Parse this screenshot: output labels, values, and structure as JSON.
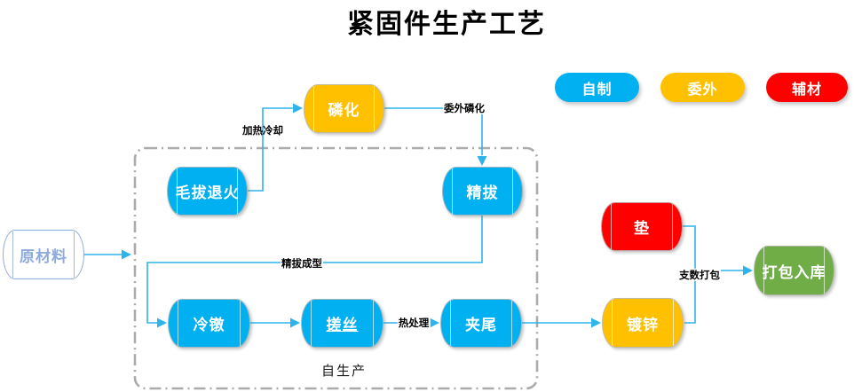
{
  "title": "紧固件生产工艺",
  "colors": {
    "self_made": "#00B0F0",
    "outsourced": "#FFC000",
    "auxiliary": "#FF0000",
    "finish": "#70AD47",
    "connector": "#2FB4EA",
    "raw_material": "#8FAADC",
    "dash_border": "#ABABAB"
  },
  "legend": {
    "self_made": "自制",
    "outsourced": "委外",
    "auxiliary": "辅材"
  },
  "group": {
    "label": "自生产"
  },
  "nodes": {
    "raw_material": {
      "label": "原材料",
      "type": "raw"
    },
    "rough_drawing_annealing": {
      "label": "毛拔退火",
      "type": "self_made"
    },
    "phosphating": {
      "label": "磷化",
      "type": "outsourced"
    },
    "fine_drawing": {
      "label": "精拔",
      "type": "self_made"
    },
    "cold_heading": {
      "label": "冷镦",
      "type": "self_made"
    },
    "thread_rolling": {
      "label": "搓丝",
      "type": "self_made"
    },
    "tail_clamping": {
      "label": "夹尾",
      "type": "self_made"
    },
    "galvanizing": {
      "label": "镀锌",
      "type": "outsourced"
    },
    "washer": {
      "label": "垫",
      "type": "auxiliary"
    },
    "packing_warehousing": {
      "label": "打包入库",
      "type": "finish"
    }
  },
  "edge_labels": {
    "heating_cooling": "加热冷却",
    "outsourced_phosphating": "委外磷化",
    "fine_drawing_forming": "精拔成型",
    "heat_treatment": "热处理",
    "count_packing": "支数打包"
  }
}
